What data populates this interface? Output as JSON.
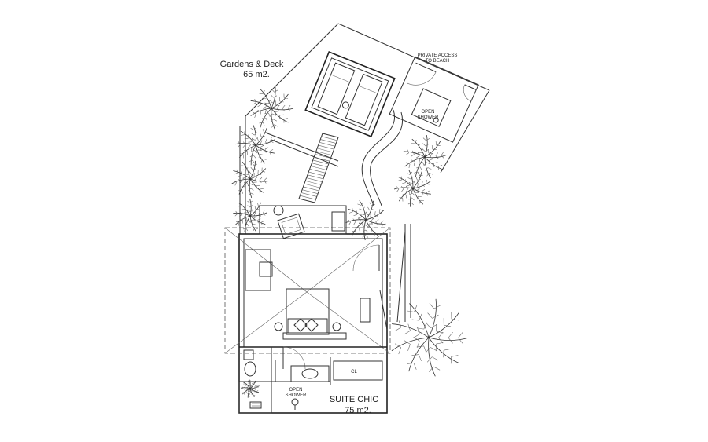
{
  "labels": {
    "gardens_title": "Gardens & Deck",
    "gardens_area": "65 m2.",
    "private_access_line1": "PRIVATE ACCESS",
    "private_access_line2": "TO BEACH",
    "open_shower_top_line1": "OPEN",
    "open_shower_top_line2": "SHOWER",
    "closet": "CL",
    "open_shower_bottom_line1": "OPEN",
    "open_shower_bottom_line2": "SHOWER",
    "suite_title": "SUITE CHIC",
    "suite_area": "75 m2."
  },
  "icons": [
    "palm-tree-icon",
    "bed-icon",
    "toilet-icon",
    "shower-head-icon",
    "door-swing-icon"
  ],
  "colors": {
    "line": "#333333",
    "background": "#ffffff"
  }
}
